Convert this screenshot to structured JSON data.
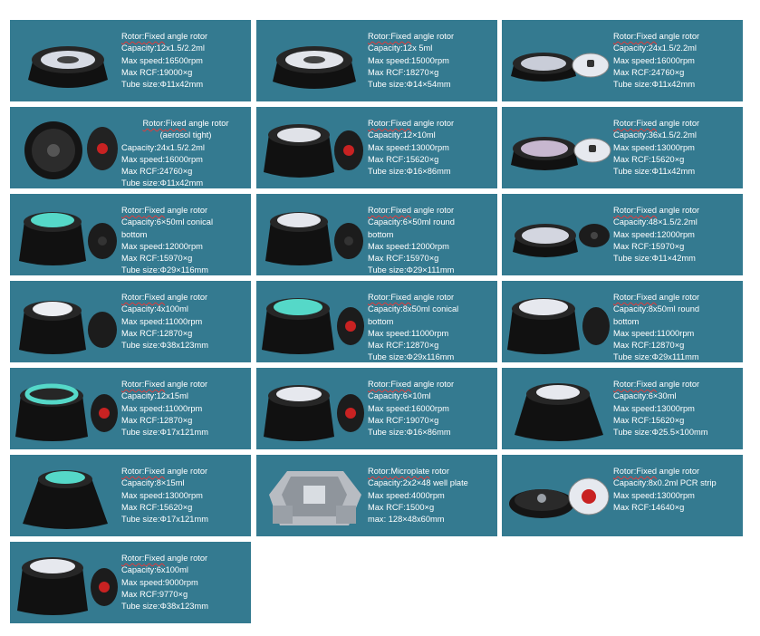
{
  "cards": [
    {
      "icon": "rotor-24-tube-icon",
      "lines": [
        "Capacity:12x1.5/2.2ml",
        "Max speed:16500rpm",
        "Max RCF:19000×g",
        "Tube size:Φ11x42mm"
      ]
    },
    {
      "icon": "rotor-12-tube-icon",
      "lines": [
        "Capacity:12x 5ml",
        "Max speed:15000rpm",
        "Max RCF:18270×g",
        "Tube size:Φ14×54mm"
      ]
    },
    {
      "icon": "rotor-24-tube-lid-icon",
      "lines": [
        "Capacity:24x1.5/2.2ml",
        "Max speed:16000rpm",
        "Max RCF:24760×g",
        "Tube size:Φ11x42mm"
      ]
    },
    {
      "icon": "rotor-aerosol-tight-icon",
      "lines": [
        "(aerosol tight)",
        "Capacity:24x1.5/2.2ml",
        "Max speed:16000rpm",
        "Max RCF:24760×g",
        "Tube size:Φ11x42mm"
      ]
    },
    {
      "icon": "rotor-12-tube-lid-icon",
      "lines": [
        "Capacity:12×10ml",
        "Max speed:13000rpm",
        "Max RCF:15620×g",
        "Tube size:Φ16×86mm"
      ]
    },
    {
      "icon": "rotor-36-tube-lid-icon",
      "lines": [
        "Capacity:36x1.5/2.2ml",
        "Max speed:13000rpm",
        "Max RCF:15620×g",
        "Tube size:Φ11x42mm"
      ]
    },
    {
      "icon": "rotor-conical-50ml-icon",
      "lines": [
        "Capacity:6×50ml conical",
        "bottom",
        "Max speed:12000rpm",
        "Max RCF:15970×g",
        "Tube size:Φ29×116mm"
      ]
    },
    {
      "icon": "rotor-round-50ml-icon",
      "lines": [
        "Capacity:6×50ml round",
        "bottom",
        "Max speed:12000rpm",
        "Max RCF:15970×g",
        "Tube size:Φ29×111mm"
      ]
    },
    {
      "icon": "rotor-48-tube-icon",
      "lines": [
        "Capacity:48×1.5/2.2ml",
        "Max speed:12000rpm",
        "Max RCF:15970×g",
        "Tube size:Φ11×42mm"
      ]
    },
    {
      "icon": "rotor-4-tube-100ml-icon",
      "lines": [
        "Capacity:4x100ml",
        "Max speed:11000rpm",
        "Max RCF:12870×g",
        "Tube size:Φ38x123mm"
      ]
    },
    {
      "icon": "rotor-8-conical-icon",
      "lines": [
        "Capacity:8x50ml conical",
        "bottom",
        "Max speed:11000rpm",
        "Max RCF:12870×g",
        "Tube size:Φ29x116mm"
      ]
    },
    {
      "icon": "rotor-8-round-icon",
      "lines": [
        "Capacity:8x50ml round",
        "bottom",
        "Max speed:11000rpm",
        "Max RCF:12870×g",
        "Tube size:Φ29x111mm"
      ]
    },
    {
      "icon": "rotor-12-tube-15ml-icon",
      "lines": [
        "Capacity:12x15ml",
        "Max speed:11000rpm",
        "Max RCF:12870×g",
        "Tube size:Φ17x121mm"
      ]
    },
    {
      "icon": "rotor-6-tube-10ml-icon",
      "lines": [
        "Capacity:6×10ml",
        "Max speed:16000rpm",
        "Max RCF:19070×g",
        "Tube size:Φ16×86mm"
      ]
    },
    {
      "icon": "rotor-6-tube-30ml-icon",
      "lines": [
        "Capacity:6×30ml",
        "Max speed:13000rpm",
        "Max RCF:15620×g",
        "Tube size:Φ25.5×100mm"
      ]
    },
    {
      "icon": "rotor-8-tube-15ml-icon",
      "lines": [
        "Capacity:8×15ml",
        "Max speed:13000rpm",
        "Max RCF:15620×g",
        "Tube size:Φ17x121mm"
      ]
    },
    {
      "icon": "microplate-rotor-icon",
      "lines": [
        "Capacity:2x2×48 well plate",
        "Max speed:4000rpm",
        "Max RCF:1500×g",
        "max: 128×48x60mm"
      ]
    },
    {
      "icon": "rotor-pcr-strip-icon",
      "lines": [
        "Capacity:8x0.2ml PCR strip",
        "Max speed:13000rpm",
        "Max RCF:14640×g"
      ]
    },
    {
      "icon": "rotor-6-tube-100ml-icon",
      "lines": [
        "Capacity:6x100ml",
        "Max speed:9000rpm",
        "Max RCF:9770×g",
        "Tube size:Φ38x123mm"
      ]
    }
  ],
  "labels": {
    "rotor_word": "Rotor:",
    "fixed_word": "Fixed",
    "fixed_rest": " angle rotor",
    "micro_word": "Microplate",
    "micro_rest": " rotor"
  }
}
